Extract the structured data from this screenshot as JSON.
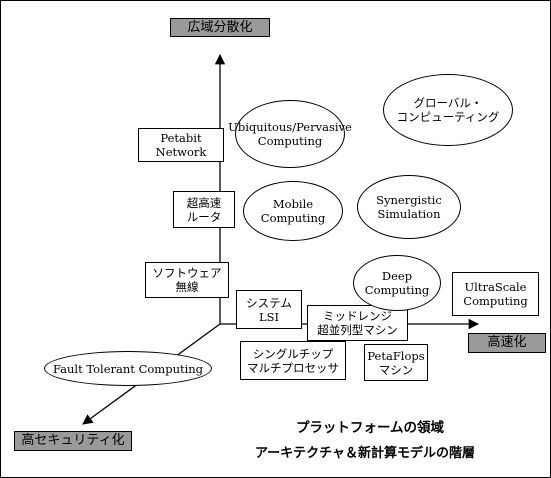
{
  "axes": {
    "top_label": "広域分散化",
    "right_label": "高速化",
    "bottom_left_label": "高セキュリティ化"
  },
  "nodes": {
    "petabit_network": "Petabit\nNetwork",
    "router": "超高速\nルータ",
    "software_wireless": "ソフトウェア\n無線",
    "system_lsi": "システム\nLSI",
    "midrange": "ミッドレンジ\n超並列型マシン",
    "single_chip": "シングルチップ\nマルチプロセッサ",
    "petaflops": "PetaFlops\nマシン",
    "ultrascale": "UltraScale\nComputing",
    "ubiquitous": "Ubiquitous/Pervasive\nComputing",
    "global": "グローバル・\nコンピューティング",
    "mobile": "Mobile\nComputing",
    "synergistic": "Synergistic\nSimulation",
    "deep": "Deep\nComputing",
    "fault_tolerant": "Fault Tolerant Computing"
  },
  "caption": {
    "title": "プラットフォームの領域",
    "subtitle": "アーキテクチャ＆新計算モデルの階層"
  }
}
